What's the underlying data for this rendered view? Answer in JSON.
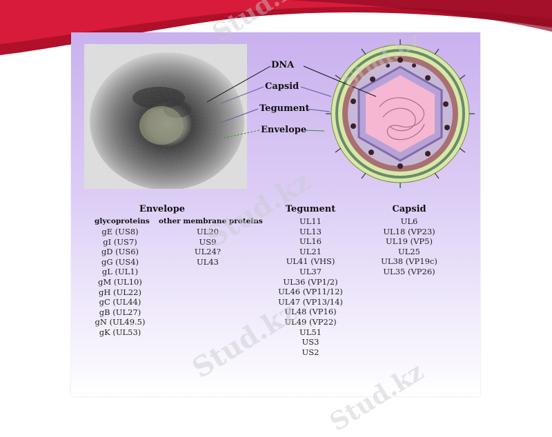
{
  "labels": {
    "dna": "DNA",
    "capsid": "Capsid",
    "tegument": "Tegument",
    "envelope": "Envelope"
  },
  "table": {
    "envelope": {
      "title": "Envelope",
      "glyco_header": "glycoproteins",
      "other_header": "other membrane proteins",
      "glycoproteins": [
        "gE (US8)",
        "gI (US7)",
        "gD (US6)",
        "gG (US4)",
        "gL (UL1)",
        "gM (UL10)",
        "gH (UL22)",
        "gC (UL44)",
        "gB (UL27)",
        "gN (UL49.5)",
        "gK (UL53)"
      ],
      "other": [
        "UL20",
        "US9",
        "UL24?",
        "UL43"
      ]
    },
    "tegument": {
      "title": "Tegument",
      "items": [
        "UL11",
        "UL13",
        "UL16",
        "UL21",
        "UL41 (VHS)",
        "UL37",
        "UL36 (VP1/2)",
        "UL46 (VP11/12)",
        "UL47 (VP13/14)",
        "UL48 (VP16)",
        "UL49 (VP22)",
        "UL51",
        "US3",
        "US2"
      ]
    },
    "capsid": {
      "title": "Capsid",
      "items": [
        "UL6",
        "UL18 (VP23)",
        "UL19 (VP5)",
        "UL25",
        "UL38 (VP19c)",
        "UL35 (VP26)"
      ]
    }
  },
  "watermark": {
    "text": "Stud.kz"
  },
  "colors": {
    "swoosh": "#c8102e",
    "panel_top": "#c9b1ee",
    "capsid_fill": "#f6b7d2",
    "tegument_fill": "#7a3b3b",
    "envelope_fill": "#d8e8a8"
  }
}
